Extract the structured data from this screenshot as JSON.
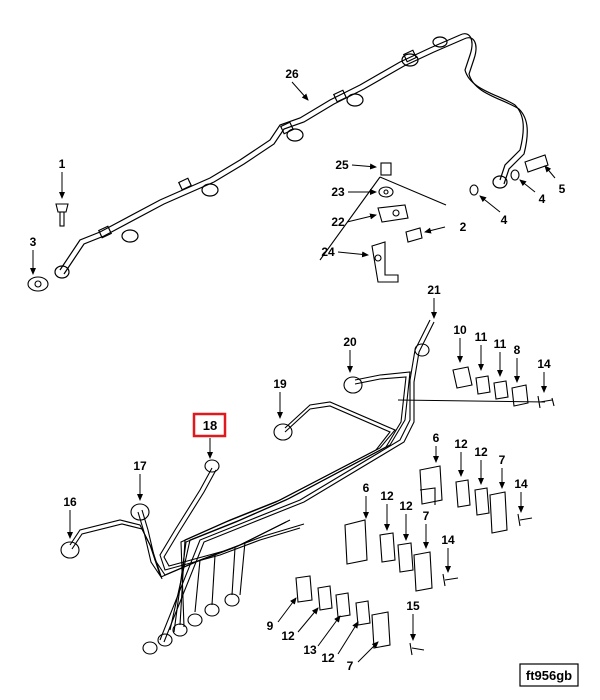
{
  "figure_id": "ft956gb",
  "highlighted_callout": "18",
  "highlight_color": "#e0191f",
  "callouts": {
    "c1": "1",
    "c2": "2",
    "c3": "3",
    "c4a": "4",
    "c4b": "4",
    "c5": "5",
    "c6a": "6",
    "c6b": "6",
    "c7a": "7",
    "c7b": "7",
    "c7c": "7",
    "c8": "8",
    "c9": "9",
    "c10": "10",
    "c11a": "11",
    "c11b": "11",
    "c12a": "12",
    "c12b": "12",
    "c12c": "12",
    "c12d": "12",
    "c12e": "12",
    "c12f": "12",
    "c13": "13",
    "c14a": "14",
    "c14b": "14",
    "c14c": "14",
    "c15": "15",
    "c16": "16",
    "c17": "17",
    "c18": "18",
    "c19": "19",
    "c20": "20",
    "c21": "21",
    "c22": "22",
    "c23": "23",
    "c24": "24",
    "c25": "25",
    "c26": "26"
  }
}
